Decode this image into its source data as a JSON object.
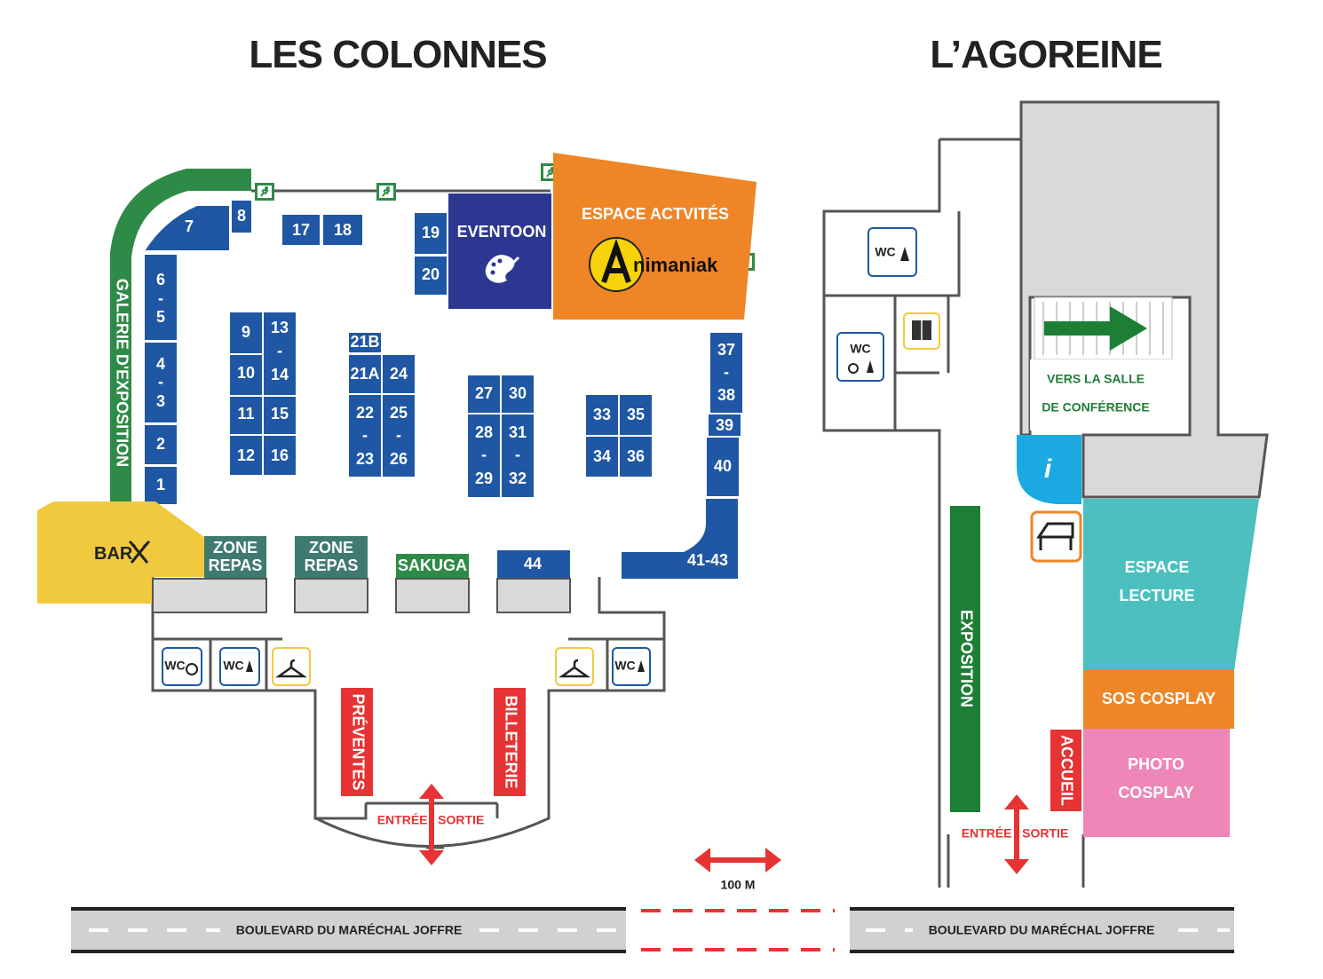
{
  "titles": {
    "left": "LES COLONNES",
    "right": "L’AGOREINE"
  },
  "colors": {
    "stand_blue": "#1f57a4",
    "green": "#2e8b47",
    "dark_green": "#1d7e36",
    "orange": "#ee8527",
    "yellow": "#f0c93f",
    "navy": "#2b3790",
    "teal": "#4cbfbf",
    "pink": "#ee86b7",
    "red": "#e63333",
    "info_blue": "#1ba9e1",
    "gray": "#d9d9d9",
    "road": "#d1d1d1"
  },
  "colonnes": {
    "gallery_label": "GALERIE D'EXPOSITION",
    "bar_label": "BAR",
    "eventoon_label": "EVENTOON",
    "activites_label": "ESPACE ACTVITÉS",
    "animaniak_label": "nimaniak",
    "zone_repas_1": [
      "ZONE",
      "REPAS"
    ],
    "zone_repas_2": [
      "ZONE",
      "REPAS"
    ],
    "sakuga": "SAKUGA",
    "preventes": "PRÉVENTES",
    "billeterie": "BILLETERIE",
    "entree": "ENTRÉE / SORTIE",
    "wc_label": "WC",
    "stands": {
      "s7": "7",
      "s8": "8",
      "s17": "17",
      "s18": "18",
      "s19": "19",
      "s20": "20",
      "s6": "6",
      "s5": "5",
      "s4": "4",
      "s3": "3",
      "s2": "2",
      "s1": "1",
      "s9": "9",
      "s13": "13",
      "s10": "10",
      "s14": "14",
      "s11": "11",
      "s15": "15",
      "s12": "12",
      "s16": "16",
      "s21b": "21B",
      "s21a": "21A",
      "s24": "24",
      "s22": "22",
      "s25": "25",
      "s23": "23",
      "s26": "26",
      "s27": "27",
      "s30": "30",
      "s28": "28",
      "s31": "31",
      "s29": "29",
      "s32": "32",
      "s33": "33",
      "s35": "35",
      "s34": "34",
      "s36": "36",
      "s37": "37",
      "s38": "38",
      "s39": "39",
      "s40": "40",
      "s4143": "41-43",
      "s44": "44",
      "dash": "-"
    }
  },
  "agoreine": {
    "wc_label": "WC",
    "vers_salle": [
      "VERS LA SALLE",
      "DE CONFÉRENCE"
    ],
    "exposition": "EXPOSITION",
    "espace_lecture": [
      "ESPACE",
      "LECTURE"
    ],
    "sos_cosplay": "SOS COSPLAY",
    "photo_cosplay": [
      "PHOTO",
      "COSPLAY"
    ],
    "accueil": "ACCUEIL",
    "entree": "ENTRÉE / SORTIE",
    "info_icon": "i"
  },
  "scale": "100 M",
  "road": "BOULEVARD DU MARÉCHAL JOFFRE",
  "icons": [
    "emergency-exit-icon",
    "palette-icon",
    "cutlery-icon",
    "wheelchair-icon",
    "person-icon",
    "coat-hanger-icon",
    "elevator-icon",
    "piano-icon",
    "info-icon",
    "arrow-icon"
  ]
}
